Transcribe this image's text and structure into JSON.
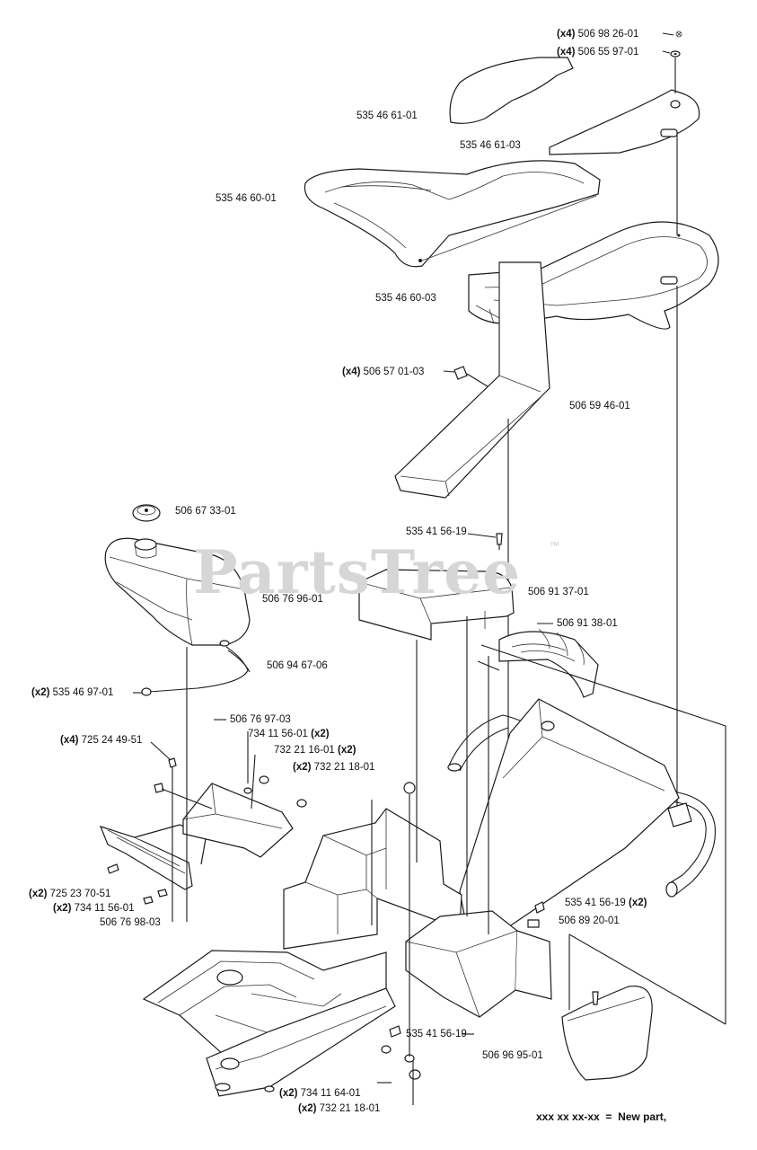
{
  "watermark": {
    "text": "PartsTree",
    "trademark": "™"
  },
  "labels": {
    "p_506_98_26_01": {
      "qty": "(x4)",
      "part": "506 98 26-01"
    },
    "p_506_55_97_01": {
      "qty": "(x4)",
      "part": "506 55 97-01"
    },
    "p_535_46_61_01": {
      "part": "535 46 61-01"
    },
    "p_535_46_61_03": {
      "part": "535 46 61-03"
    },
    "p_535_46_60_01": {
      "part": "535 46 60-01"
    },
    "p_535_46_60_03": {
      "part": "535 46 60-03"
    },
    "p_506_57_01_03": {
      "qty": "(x4)",
      "part": "506 57 01-03"
    },
    "p_506_59_46_01": {
      "part": "506 59 46-01"
    },
    "p_506_67_33_01": {
      "part": "506 67 33-01"
    },
    "p_535_41_56_19_a": {
      "part": "535 41 56-19"
    },
    "p_506_76_96_01": {
      "part": "506 76 96-01"
    },
    "p_506_91_37_01": {
      "part": "506 91 37-01"
    },
    "p_506_91_38_01": {
      "part": "506 91 38-01"
    },
    "p_506_94_67_06": {
      "part": "506 94 67-06"
    },
    "p_535_46_97_01": {
      "qty": "(x2)",
      "part": "535 46 97-01"
    },
    "p_506_76_97_03": {
      "part": "506 76 97-03"
    },
    "p_734_11_56_01_a": {
      "part": "734 11 56-01",
      "qty": "(x2)"
    },
    "p_725_24_49_51": {
      "qty": "(x4)",
      "part": "725 24 49-51"
    },
    "p_732_21_16_01": {
      "part": "732 21 16-01",
      "qty": "(x2)"
    },
    "p_732_21_18_01_a": {
      "qty": "(x2)",
      "part": "732 21 18-01"
    },
    "p_725_23_70_51": {
      "qty": "(x2)",
      "part": "725 23 70-51"
    },
    "p_734_11_56_01_b": {
      "qty": "(x2)",
      "part": "734 11 56-01"
    },
    "p_506_76_98_03": {
      "part": "506 76 98-03"
    },
    "p_535_41_56_19_b": {
      "part": "535 41 56-19",
      "qty": "(x2)"
    },
    "p_506_89_20_01": {
      "part": "506 89 20-01"
    },
    "p_535_41_56_19_c": {
      "part": "535 41 56-19"
    },
    "p_506_96_95_01": {
      "part": "506 96 95-01"
    },
    "p_734_11_64_01": {
      "qty": "(x2)",
      "part": "734 11 64-01"
    },
    "p_732_21_18_01_b": {
      "qty": "(x2)",
      "part": "732 21 18-01"
    }
  },
  "legend": {
    "pattern": "xxx xx xx-xx",
    "equals": "=",
    "text": "New part,"
  }
}
